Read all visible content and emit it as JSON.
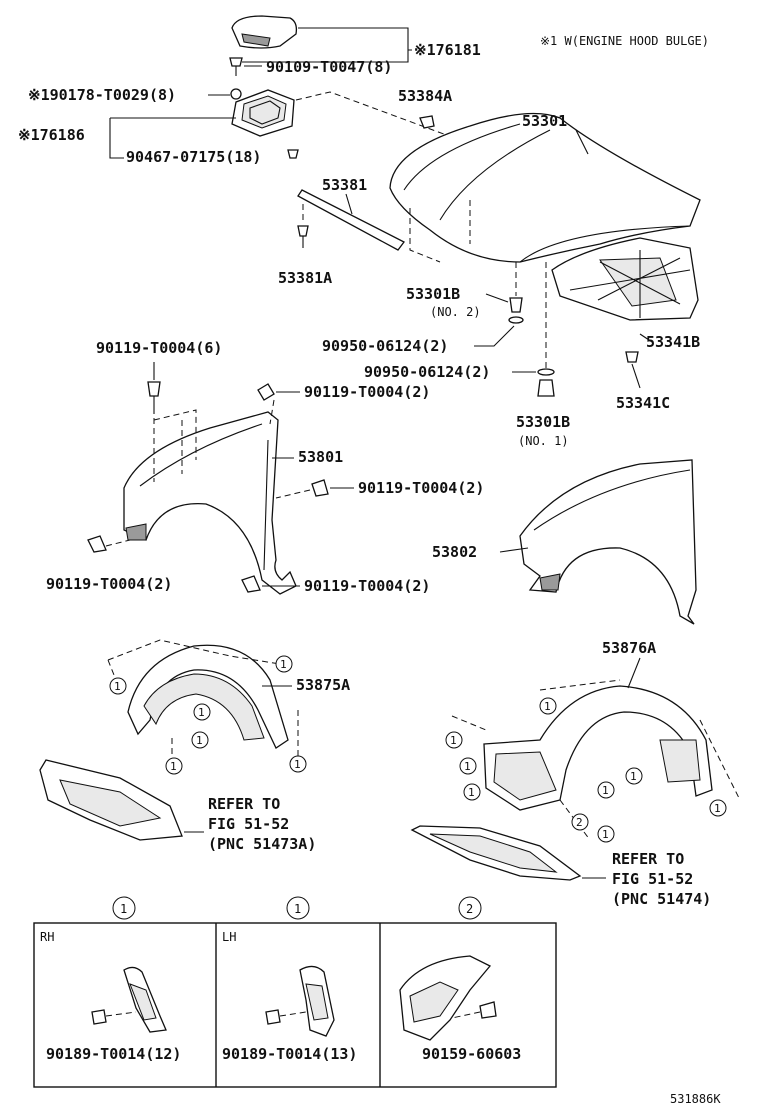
{
  "note": "※1 W(ENGINE HOOD BULGE)",
  "parts": {
    "p176181": "※176181",
    "p90109": "90109-T0047(8)",
    "p190178": "※190178-T0029(8)",
    "p176186": "※176186",
    "p90467": "90467-07175(18)",
    "p53384a": "53384A",
    "p53301": "53301",
    "p53381": "53381",
    "p53381a": "53381A",
    "p53301b_2": "53301B",
    "no2": "(NO. 2)",
    "p90950_a": "90950-06124(2)",
    "p90950_b": "90950-06124(2)",
    "p53341b": "53341B",
    "p53341c": "53341C",
    "p53301b_1": "53301B",
    "no1": "(NO. 1)",
    "p90119_6": "90119-T0004(6)",
    "p90119_2a": "90119-T0004(2)",
    "p53801": "53801",
    "p90119_2b": "90119-T0004(2)",
    "p90119_2c": "90119-T0004(2)",
    "p90119_2d": "90119-T0004(2)",
    "p53802": "53802",
    "p53875a": "53875A",
    "p53876a": "53876A",
    "refer1_a": "REFER TO",
    "refer1_b": "FIG 51-52",
    "refer1_c": "(PNC 51473A)",
    "refer2_a": "REFER TO",
    "refer2_b": "FIG 51-52",
    "refer2_c": "(PNC 51474)"
  },
  "circle_labels": {
    "one": "1",
    "two": "2"
  },
  "detail_panels": [
    {
      "marker": "1",
      "side": "RH",
      "part": "90189-T0014(12)"
    },
    {
      "marker": "1",
      "side": "LH",
      "part": "90189-T0014(13)"
    },
    {
      "marker": "2",
      "side": "",
      "part": "90159-60603"
    }
  ],
  "footer_code": "531886K"
}
